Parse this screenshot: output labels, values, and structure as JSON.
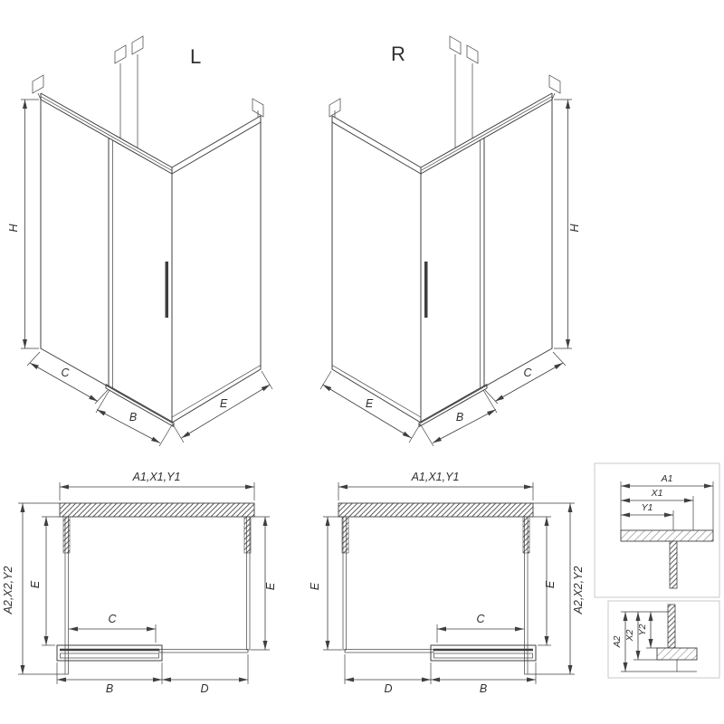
{
  "views": {
    "iso_left": {
      "label": "L",
      "dim_h": "H",
      "dim_c": "C",
      "dim_b": "B",
      "dim_e": "E"
    },
    "iso_right": {
      "label": "R",
      "dim_h": "H",
      "dim_c": "C",
      "dim_b": "B",
      "dim_e": "E"
    },
    "plan_left": {
      "dim_width": "A1,X1,Y1",
      "dim_depth": "A2,X2,Y2",
      "dim_e_left": "E",
      "dim_e_right": "E",
      "dim_c": "C",
      "dim_b": "B",
      "dim_d": "D"
    },
    "plan_mid": {
      "dim_width": "A1,X1,Y1",
      "dim_depth": "A2,X2,Y2",
      "dim_e_left": "E",
      "dim_e_right": "E",
      "dim_c": "C",
      "dim_b": "B",
      "dim_d": "D"
    },
    "detail_top": {
      "dim_a1": "A1",
      "dim_x1": "X1",
      "dim_y1": "Y1"
    },
    "detail_bottom": {
      "dim_a2": "A2",
      "dim_x2": "X2",
      "dim_y2": "Y2"
    }
  },
  "style": {
    "line_color": "#3f3f3f",
    "text_color": "#2f2f2f",
    "background": "#ffffff"
  }
}
